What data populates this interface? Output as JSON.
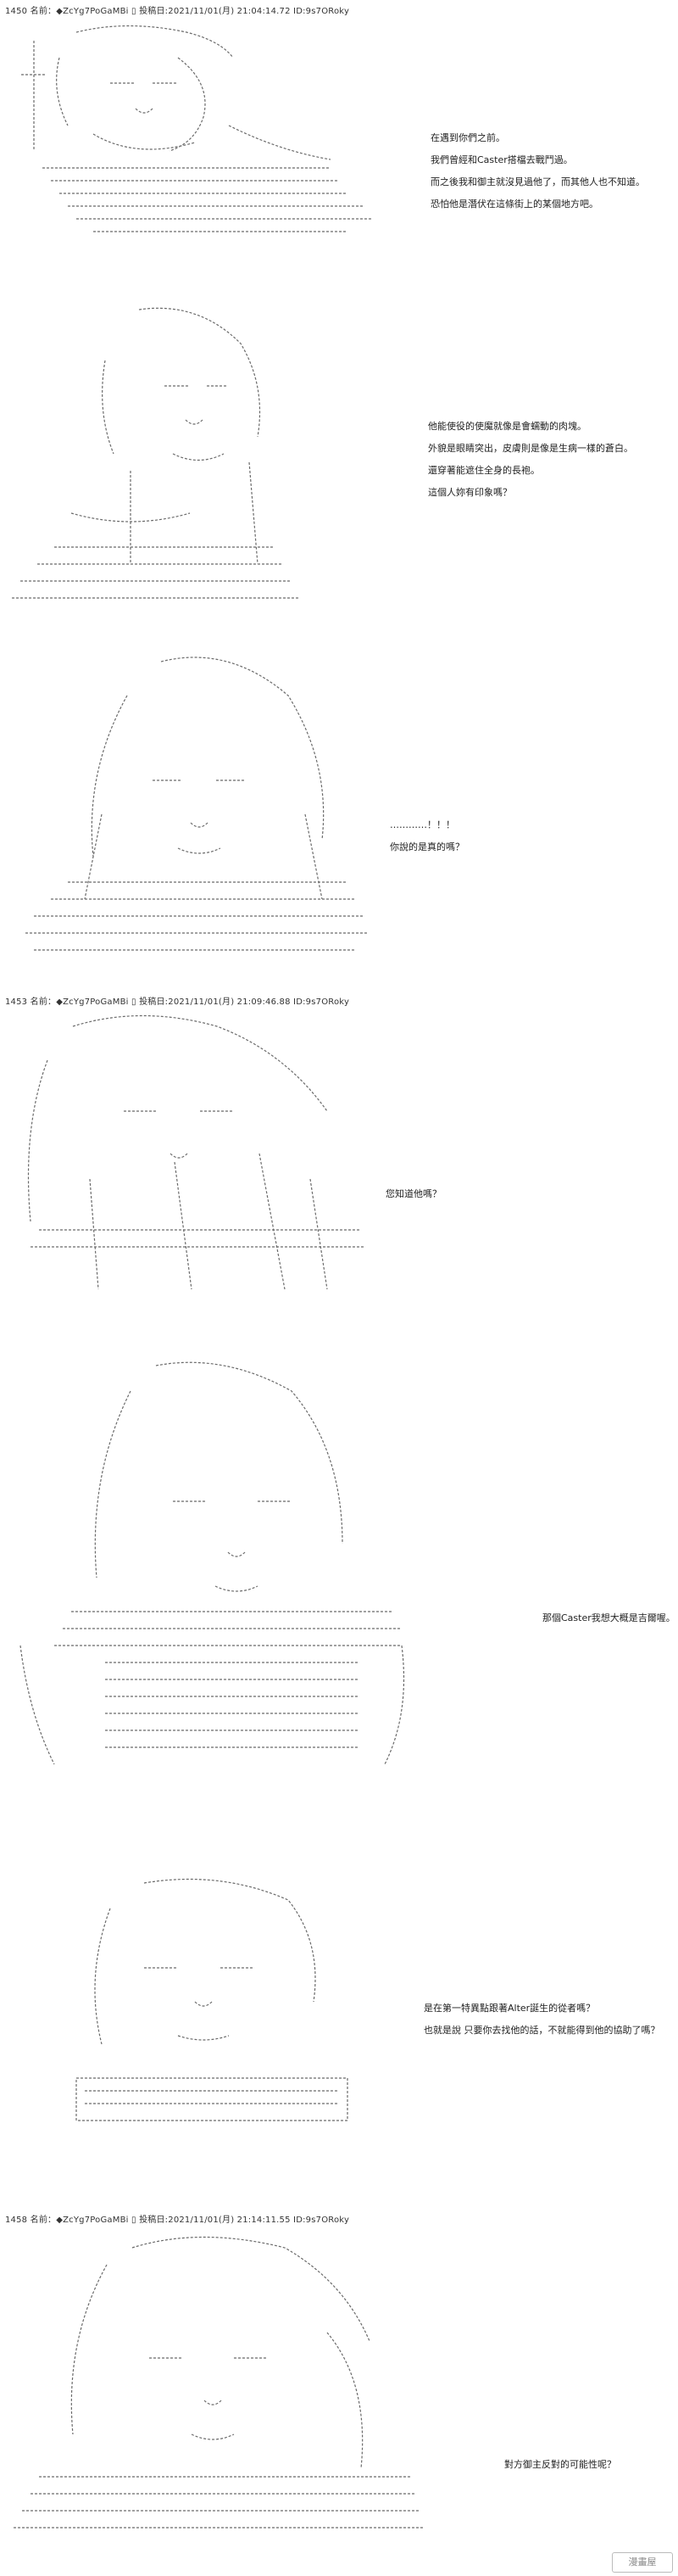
{
  "posts": [
    {
      "id": "post-1450",
      "header": "1450 名前：◆ZcYg7PoGaMBi ▯ 投稿日:2021/11/01(月) 21:04:14.72 ID:9s7ORoky",
      "panels": [
        {
          "art_icon": "character-ascii-art",
          "lines": [
            "在遇到你們之前。",
            "我們曾經和Caster搭檔去戰鬥過。",
            "而之後我和御主就沒見過他了，而其他人也不知道。",
            "恐怕他是潛伏在這條街上的某個地方吧。"
          ]
        },
        {
          "art_icon": "character-ascii-art",
          "lines": [
            "他能使役的使魔就像是會蠕動的肉塊。",
            "外貌是眼睛突出，皮膚則是像是生病一樣的蒼白。",
            "還穿著能遮住全身的長袍。",
            "這個人妳有印象嗎？"
          ]
        },
        {
          "art_icon": "character-ascii-art",
          "lines": [
            "…………！！！",
            "你說的是真的嗎？"
          ]
        }
      ]
    },
    {
      "id": "post-1453",
      "header": "1453 名前：◆ZcYg7PoGaMBi ▯ 投稿日:2021/11/01(月) 21:09:46.88 ID:9s7ORoky",
      "panels": [
        {
          "art_icon": "character-ascii-art",
          "lines": [
            "您知道他嗎？"
          ]
        },
        {
          "art_icon": "character-ascii-art",
          "lines": [
            "那個Caster我想大概是吉爾喔。"
          ]
        },
        {
          "art_icon": "character-ascii-art",
          "lines": [
            "是在第一特異點跟著Alter誕生的從者嗎？",
            "也就是說 只要你去找他的話，不就能得到他的協助了嗎？"
          ]
        }
      ]
    },
    {
      "id": "post-1458",
      "header": "1458 名前：◆ZcYg7PoGaMBi ▯ 投稿日:2021/11/01(月) 21:14:11.55 ID:9s7ORoky",
      "panels": [
        {
          "art_icon": "character-ascii-art",
          "lines": [
            "對方御主反對的可能性呢？"
          ]
        }
      ]
    }
  ],
  "watermark": "漫畫屋"
}
